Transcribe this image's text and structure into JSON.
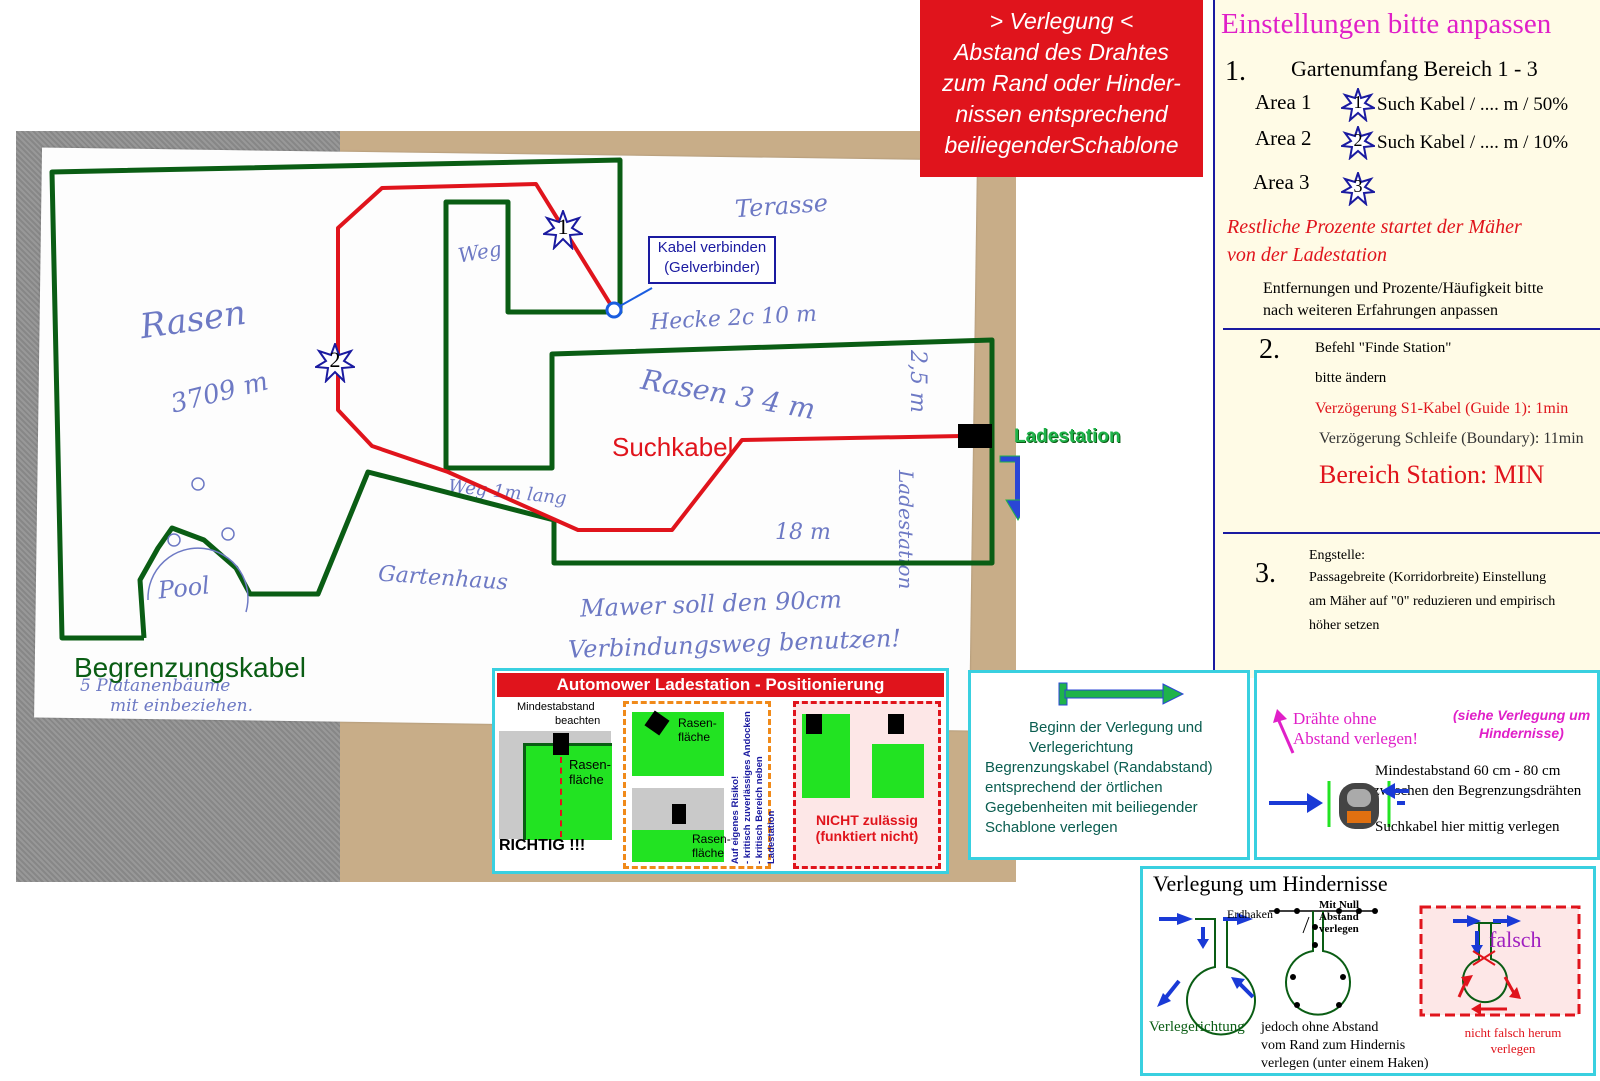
{
  "banner": {
    "line1": "> Verlegung <",
    "line2": "Abstand des Drahtes",
    "line3": "zum Rand oder Hinder-",
    "line4": "nissen entsprechend",
    "line5": "beiliegenderSchablone"
  },
  "settings": {
    "title": "Einstellungen bitte anpassen",
    "s1_num": "1.",
    "s1_heading": "Gartenumfang Bereich 1 - 3",
    "areas": [
      {
        "label": "Area 1",
        "num": "1",
        "text": "Such Kabel / .... m / 50%"
      },
      {
        "label": "Area 2",
        "num": "2",
        "text": "Such Kabel / .... m / 10%"
      },
      {
        "label": "Area 3",
        "num": "3",
        "text": ""
      }
    ],
    "rest_line1": "Restliche Prozente  startet der Mäher",
    "rest_line2": "von der Ladestation",
    "note_line1": "Entfernungen und Prozente/Häufigkeit bitte",
    "note_line2": "nach weiteren Erfahrungen anpassen",
    "s2_num": "2.",
    "s2_line1": "Befehl \"Finde Station\"",
    "s2_line2": "bitte ändern",
    "s2_line3": "Verzögerung S1-Kabel (Guide 1): 1min",
    "s2_line4": "Verzögerung Schleife (Boundary): 11min",
    "s2_line5": "Bereich Station: MIN",
    "s3_num": "3.",
    "s3_line1": "Engstelle:",
    "s3_line2": "Passagebreite (Korridorbreite) Einstellung",
    "s3_line3": "am Mäher auf \"0\" reduzieren und empirisch",
    "s3_line4": "höher setzen"
  },
  "map": {
    "label_kabel_verbinden_1": "Kabel verbinden",
    "label_kabel_verbinden_2": "(Gelverbinder)",
    "label_suchkabel": "Suchkabel",
    "label_ladestation": "Ladestation",
    "label_begrenzungskabel": "Begrenzungskabel",
    "star1": "1",
    "star2": "2",
    "hand_rasen1": "Rasen",
    "hand_area1": "3709 m",
    "hand_terasse": "Terasse",
    "hand_weg": "Weg",
    "hand_hecke": "Hecke 2c 10 m",
    "hand_rasen2": "Rasen 3 4 m",
    "hand_gartenhaus": "Gartenhaus",
    "hand_weg2": "Weg 1m lang",
    "hand_18m": "18 m",
    "hand_pool": "Pool",
    "hand_note1": "Mawer soll den 90cm",
    "hand_note2": "Verbindungsweg benutzen!",
    "hand_note3": "5 Platanenbäume",
    "hand_note4": "mit einbeziehen.",
    "hand_ladestation": "Ladestation",
    "hand_25": "2,5 m"
  },
  "positioning": {
    "title": "Automower Ladestation - Positionierung",
    "min_label1": "Mindestabstand",
    "min_label2": "beachten",
    "rasen1": "Rasen-",
    "flaeche1": "fläche",
    "richtig": "RICHTIG !!!",
    "rasen2": "Rasen-",
    "flaeche2": "fläche",
    "rasen3": "Rasen-",
    "flaeche3": "fläche",
    "risk1": "Auf eigenes Risiko!",
    "risk2": "- kritisch zuverlässiges Andocken",
    "risk3": "- kritisch Bereich neben Ladestation",
    "nicht1": "NICHT zulässig",
    "nicht2": "(funktiert nicht)"
  },
  "beginn": {
    "line1": "Beginn der Verlegung und",
    "line2": "Verlegerichtung",
    "line3": "Begrenzungskabel (Randabstand)",
    "line4": "entsprechend der örtlichen",
    "line5": "Gegebenheiten mit beiliegender",
    "line6": "Schablone verlegen"
  },
  "abstand": {
    "pink1": "Drähte ohne",
    "pink2": "Abstand verlegen!",
    "siehe1": "(siehe Verlegung um",
    "siehe2": "Hindernisse)",
    "min1": "Mindestabstand 60 cm - 80 cm",
    "min2": "zwischen den Begrenzungsdrähten",
    "such": "Suchkabel hier mittig verlegen"
  },
  "hindernisse": {
    "title": "Verlegung um Hindernisse",
    "erdhaken": "Erdhaken",
    "null1": "Mit Null",
    "null2": "Abstand",
    "null3": "verlegen",
    "richtung": "Verlegerichtung",
    "jedoch1": "jedoch ohne Abstand",
    "jedoch2": "vom Rand zum Hindernis",
    "jedoch3": "verlegen (unter einem Haken)",
    "falsch": "falsch",
    "nicht1": "nicht falsch herum",
    "nicht2": "verlegen"
  },
  "colors": {
    "boundary": "#0a5d14",
    "guide": "#e0141c",
    "navy": "#1a1aa0",
    "cyan": "#39d0e0",
    "grass": "#22e322"
  }
}
